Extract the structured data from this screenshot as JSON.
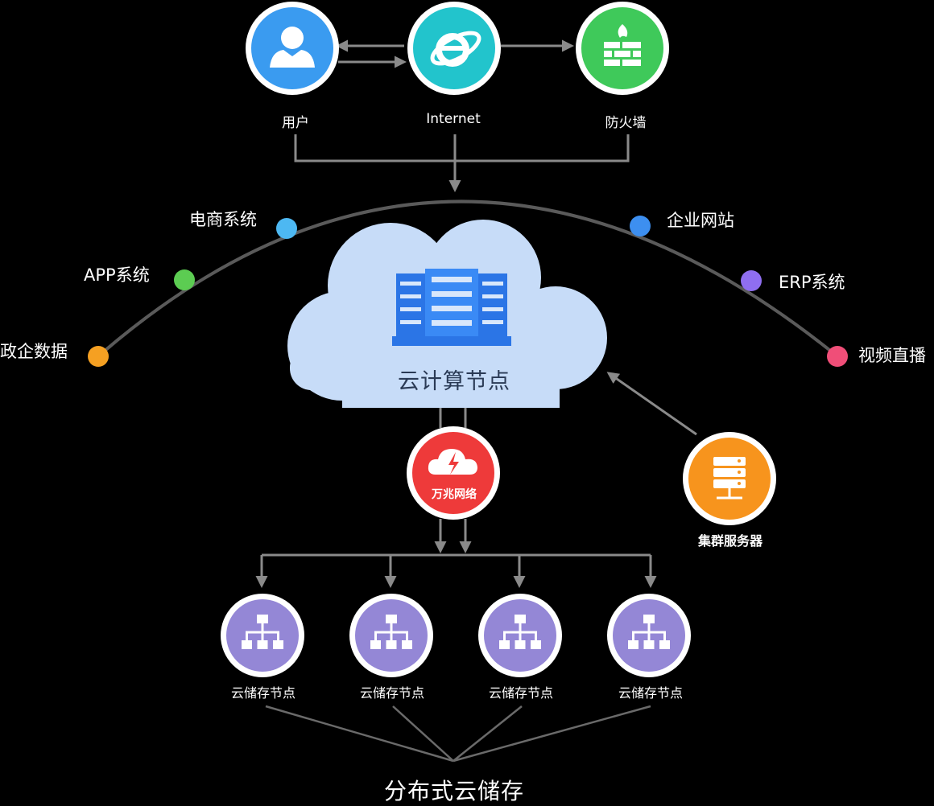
{
  "top_nodes": [
    {
      "label": "用户",
      "icon": "user-icon",
      "color": "#3a9bf0"
    },
    {
      "label": "Internet",
      "icon": "internet-explorer-icon",
      "color": "#22c4cc"
    },
    {
      "label": "防火墙",
      "icon": "firewall-icon",
      "color": "#3fc95a"
    }
  ],
  "arc_nodes": [
    {
      "label": "电商系统",
      "color": "#4db8f2"
    },
    {
      "label": "APP系统",
      "color": "#5ccc52"
    },
    {
      "label": "政企数据",
      "color": "#f5a022"
    },
    {
      "label": "企业网站",
      "color": "#3d8ff0"
    },
    {
      "label": "ERP系统",
      "color": "#8f6ef0"
    },
    {
      "label": "视频直播",
      "color": "#f04e78"
    }
  ],
  "cloud": {
    "title": "云计算节点",
    "icon": "server-rack-icon",
    "color": "#c7dcf8"
  },
  "network": {
    "label": "万兆网络",
    "icon": "lightning-cloud-icon",
    "color": "#ee3a3a"
  },
  "cluster": {
    "label": "集群服务器",
    "icon": "server-icon",
    "color": "#f7941d"
  },
  "storage_nodes": [
    {
      "label": "云储存节点",
      "icon": "hierarchy-icon"
    },
    {
      "label": "云储存节点",
      "icon": "hierarchy-icon"
    },
    {
      "label": "云储存节点",
      "icon": "hierarchy-icon"
    },
    {
      "label": "云储存节点",
      "icon": "hierarchy-icon"
    }
  ],
  "storage_color": "#9487d6",
  "bottom_title": "分布式云储存"
}
